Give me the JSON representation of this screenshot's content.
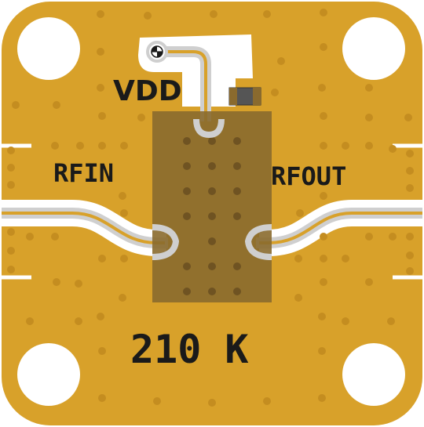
{
  "labels": {
    "vdd": "VDD",
    "rfin": "RFIN",
    "rfout": "RFOUT",
    "part": "210 K"
  },
  "colors": {
    "substrate": "#d8a12a",
    "copper_trace": "#cfcfcf",
    "chip": "#8a6a2e",
    "silkscreen": "#1a1a1a",
    "hole": "#ffffff",
    "via": "#c48d20"
  },
  "icons": {
    "test_point": "crossed-circle-icon"
  }
}
